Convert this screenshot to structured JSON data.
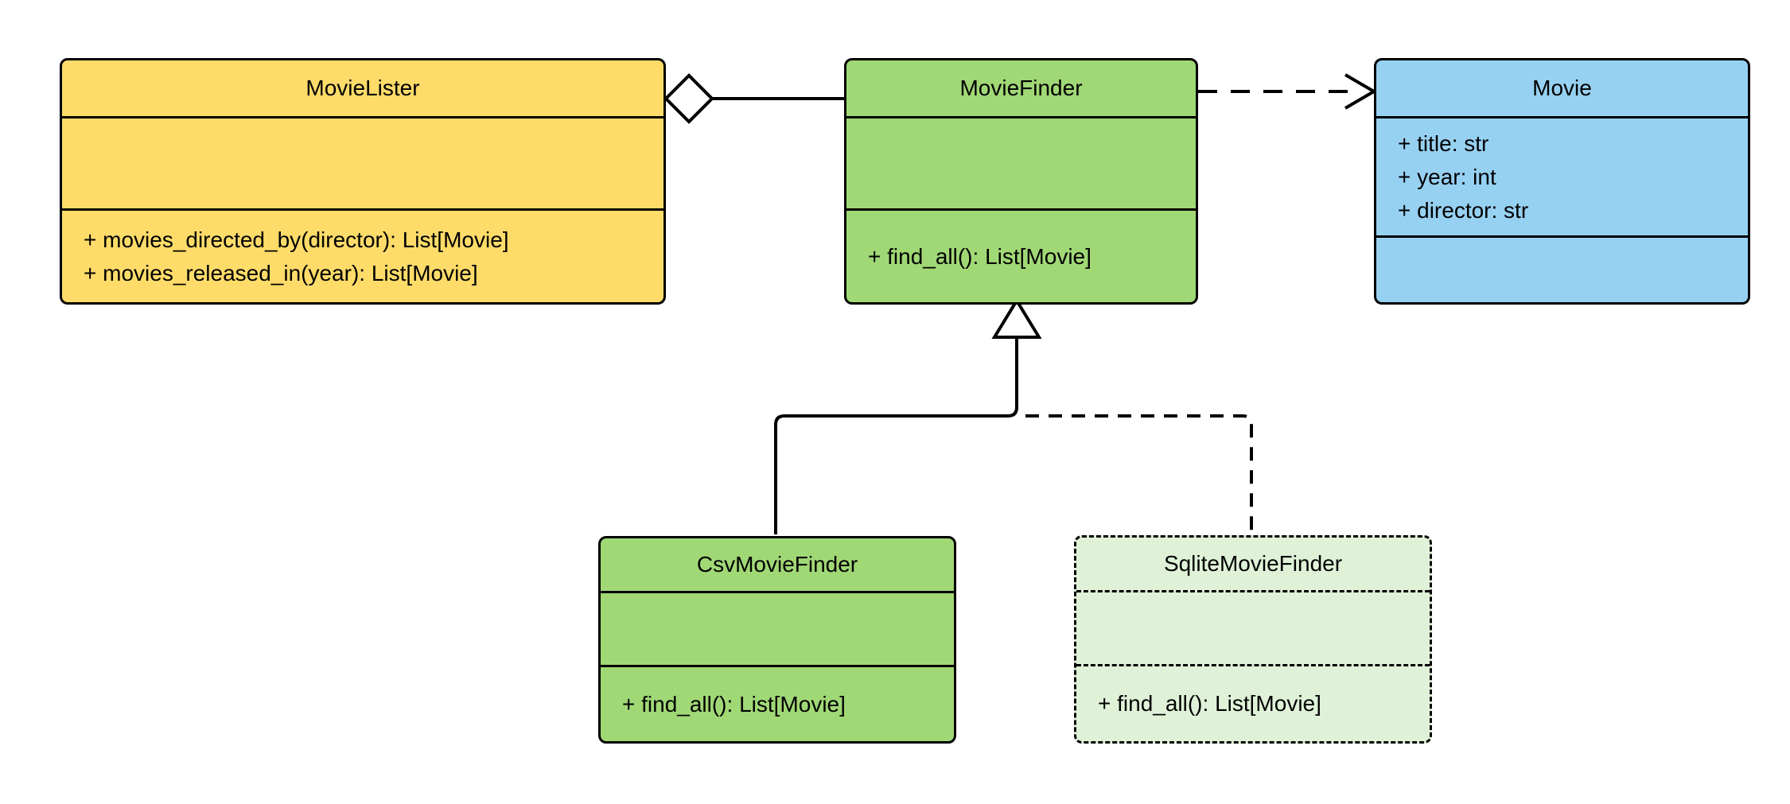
{
  "diagram": {
    "kind": "uml-class-diagram",
    "background_color": "#FFFFFF",
    "line_color": "#000000"
  },
  "classes": {
    "movie_lister": {
      "name": "MovieLister",
      "attributes": [],
      "methods": [
        "+ movies_directed_by(director): List[Movie]",
        "+ movies_released_in(year): List[Movie]"
      ],
      "fill": "#FFDC69",
      "border_style": "solid"
    },
    "movie_finder": {
      "name": "MovieFinder",
      "attributes": [],
      "methods": [
        "+ find_all(): List[Movie]"
      ],
      "fill": "#A1D876",
      "border_style": "solid"
    },
    "movie": {
      "name": "Movie",
      "attributes": [
        "+ title: str",
        "+ year: int",
        "+ director: str"
      ],
      "methods": [],
      "fill": "#97D1F2",
      "border_style": "solid"
    },
    "csv_movie_finder": {
      "name": "CsvMovieFinder",
      "attributes": [],
      "methods": [
        "+ find_all(): List[Movie]"
      ],
      "fill": "#A1D876",
      "border_style": "solid"
    },
    "sqlite_movie_finder": {
      "name": "SqliteMovieFinder",
      "attributes": [],
      "methods": [
        "+ find_all(): List[Movie]"
      ],
      "fill": "#DFF2D8",
      "border_style": "dashed"
    }
  },
  "relationships": [
    {
      "from": "MovieLister",
      "to": "MovieFinder",
      "type": "aggregation",
      "line": "solid",
      "marker": "open-diamond"
    },
    {
      "from": "MovieFinder",
      "to": "Movie",
      "type": "dependency",
      "line": "dashed",
      "marker": "open-arrow"
    },
    {
      "from": "CsvMovieFinder",
      "to": "MovieFinder",
      "type": "generalization",
      "line": "solid",
      "marker": "hollow-triangle"
    },
    {
      "from": "SqliteMovieFinder",
      "to": "MovieFinder",
      "type": "generalization",
      "line": "dashed",
      "marker": "hollow-triangle"
    }
  ]
}
